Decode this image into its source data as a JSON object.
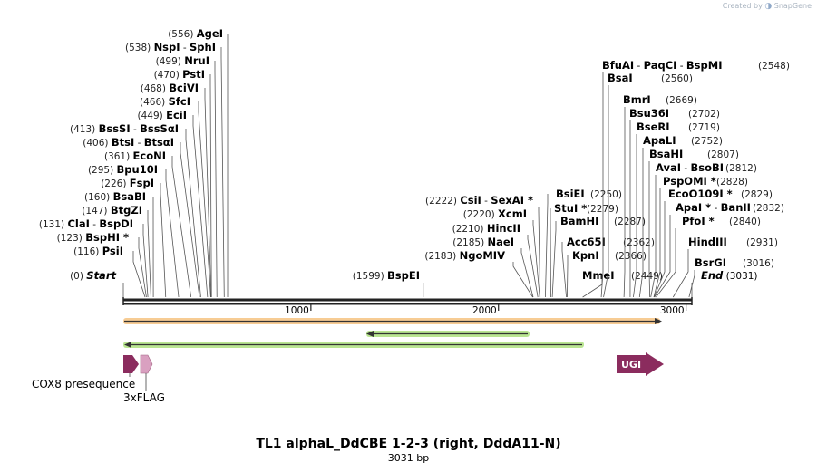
{
  "credit": {
    "prefix": "Created by",
    "brand": "SnapGene"
  },
  "map": {
    "title": "TL1 alphaL_DdCBE 1-2-3 (right, DddA11-N)",
    "length_label": "3031 bp",
    "total_bp": 3031,
    "ticks": [
      "1000",
      "2000",
      "3000"
    ],
    "tick_values": [
      1000,
      2000,
      3000
    ],
    "left_sites": [
      {
        "pos": "(556)",
        "names": [
          "AgeI"
        ],
        "bp": 556
      },
      {
        "pos": "(538)",
        "names": [
          "NspI",
          "SphI"
        ],
        "bp": 538
      },
      {
        "pos": "(499)",
        "names": [
          "NruI"
        ],
        "bp": 499
      },
      {
        "pos": "(470)",
        "names": [
          "PstI"
        ],
        "bp": 470
      },
      {
        "pos": "(468)",
        "names": [
          "BciVI"
        ],
        "bp": 468
      },
      {
        "pos": "(466)",
        "names": [
          "SfcI"
        ],
        "bp": 466
      },
      {
        "pos": "(449)",
        "names": [
          "EciI"
        ],
        "bp": 449
      },
      {
        "pos": "(413)",
        "names": [
          "BssSI",
          "BssSαI"
        ],
        "bp": 413
      },
      {
        "pos": "(406)",
        "names": [
          "BtsI",
          "BtsαI"
        ],
        "bp": 406
      },
      {
        "pos": "(361)",
        "names": [
          "EcoNI"
        ],
        "bp": 361
      },
      {
        "pos": "(295)",
        "names": [
          "Bpu10I"
        ],
        "bp": 295
      },
      {
        "pos": "(226)",
        "names": [
          "FspI"
        ],
        "bp": 226
      },
      {
        "pos": "(160)",
        "names": [
          "BsaBI"
        ],
        "bp": 160
      },
      {
        "pos": "(147)",
        "names": [
          "BtgZI"
        ],
        "bp": 147
      },
      {
        "pos": "(131)",
        "names": [
          "ClaI",
          "BspDI"
        ],
        "bp": 131
      },
      {
        "pos": "(123)",
        "names": [
          "BspHI *"
        ],
        "bp": 123
      },
      {
        "pos": "(116)",
        "names": [
          "PsiI"
        ],
        "bp": 116
      }
    ],
    "start_site": {
      "pos": "(0)",
      "name": "Start"
    },
    "mid_site": {
      "pos": "(1599)",
      "name": "BspEI",
      "bp": 1599
    },
    "middle_sites": [
      {
        "pos": "(2222)",
        "names": [
          "CsiI",
          "SexAI *"
        ],
        "bp": 2222
      },
      {
        "pos": "(2220)",
        "names": [
          "XcmI"
        ],
        "bp": 2220
      },
      {
        "pos": "(2210)",
        "names": [
          "HincII"
        ],
        "bp": 2210
      },
      {
        "pos": "(2185)",
        "names": [
          "NaeI"
        ],
        "bp": 2185
      },
      {
        "pos": "(2183)",
        "names": [
          "NgoMIV"
        ],
        "bp": 2183
      }
    ],
    "lower_right_sites": [
      {
        "pos": "(2250)",
        "names": [
          "BsiEI"
        ],
        "bp": 2250
      },
      {
        "pos": "(2279)",
        "names": [
          "StuI *"
        ],
        "bp": 2279
      },
      {
        "pos": "(2287)",
        "names": [
          "BamHI"
        ],
        "bp": 2287
      },
      {
        "pos": "(2362)",
        "names": [
          "Acc65I"
        ],
        "bp": 2362
      },
      {
        "pos": "(2366)",
        "names": [
          "KpnI"
        ],
        "bp": 2366
      },
      {
        "pos": "(2449)",
        "names": [
          "MmeI"
        ],
        "bp": 2449
      }
    ],
    "right_sites": [
      {
        "pos": "(2548)",
        "names": [
          "BfuAI",
          "PaqCI",
          "BspMI"
        ],
        "bp": 2548
      },
      {
        "pos": "(2560)",
        "names": [
          "BsaI"
        ],
        "bp": 2560
      },
      {
        "pos": "(2669)",
        "names": [
          "BmrI"
        ],
        "bp": 2669
      },
      {
        "pos": "(2702)",
        "names": [
          "Bsu36I"
        ],
        "bp": 2702
      },
      {
        "pos": "(2719)",
        "names": [
          "BseRI"
        ],
        "bp": 2719
      },
      {
        "pos": "(2752)",
        "names": [
          "ApaLI"
        ],
        "bp": 2752
      },
      {
        "pos": "(2807)",
        "names": [
          "BsaHI"
        ],
        "bp": 2807
      },
      {
        "pos": "(2812)",
        "names": [
          "AvaI",
          "BsoBI"
        ],
        "bp": 2812
      },
      {
        "pos": "(2828)",
        "names": [
          "PspOMI *"
        ],
        "bp": 2828
      },
      {
        "pos": "(2829)",
        "names": [
          "EcoO109I *"
        ],
        "bp": 2829
      },
      {
        "pos": "(2832)",
        "names": [
          "ApaI *",
          "BanII"
        ],
        "bp": 2832
      },
      {
        "pos": "(2840)",
        "names": [
          "PfoI *"
        ],
        "bp": 2840
      },
      {
        "pos": "(2931)",
        "names": [
          "HindIII"
        ],
        "bp": 2931
      },
      {
        "pos": "(3016)",
        "names": [
          "BsrGI"
        ],
        "bp": 3016
      }
    ],
    "end_site": {
      "pos": "(3031)",
      "name": "End"
    },
    "features": [
      {
        "label": "COX8 presequence",
        "color": "#8b2c5e"
      },
      {
        "label": "3xFLAG",
        "color": "#d9a0c0"
      },
      {
        "label": "UGI",
        "color": "#8b2c5e"
      }
    ],
    "colors": {
      "orf_orange": "#f0a33c",
      "orf_green": "#8cd44a",
      "feature_dark": "#8b2c5e",
      "feature_light": "#d9a0c0"
    }
  }
}
